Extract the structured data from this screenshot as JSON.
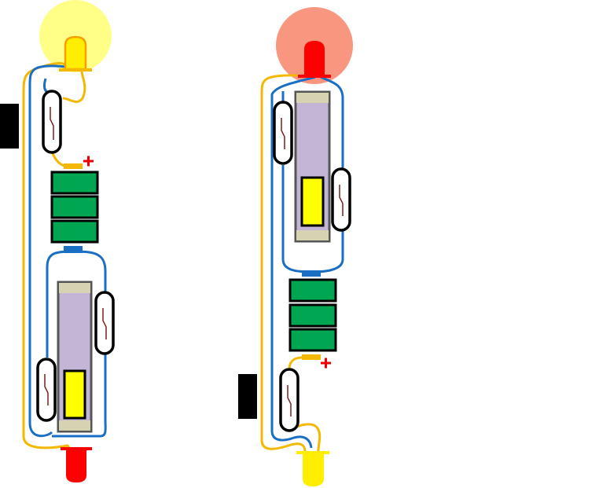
{
  "colors": {
    "background": "#ffffff",
    "wire_yellow": "#f5b800",
    "wire_blue": "#1a6fc4",
    "battery_cell": "#00a651",
    "positive_sign": "#ee0000",
    "led_yellow": "#ffee00",
    "led_yellow_glow": "#ffff88",
    "led_red": "#ff0000",
    "led_red_glow": "#f99680",
    "reed_switch_fill": "#ffffff",
    "reed_switch_outline": "#000000",
    "reed_contact": "#7a1f1f",
    "magnet_body": "#c3b5d6",
    "magnet_cap": "#d6d3b3",
    "magnet_insert": "#ffff00",
    "contact_block": "#000000"
  },
  "circuits": [
    {
      "id": "left",
      "top_led": "yellow",
      "top_led_lit": true,
      "bottom_led": "red",
      "bottom_led_lit": false,
      "battery_cells": 3,
      "positive_terminal": "top",
      "positive_symbol": "+"
    },
    {
      "id": "right",
      "top_led": "red",
      "top_led_lit": true,
      "bottom_led": "yellow",
      "bottom_led_lit": false,
      "battery_cells": 3,
      "positive_terminal": "bottom",
      "positive_symbol": "+"
    }
  ],
  "icons": {
    "led": "led-icon",
    "battery": "battery-icon",
    "reed_switch": "reed-switch-icon",
    "magnet": "magnet-icon",
    "plus": "plus-icon"
  }
}
